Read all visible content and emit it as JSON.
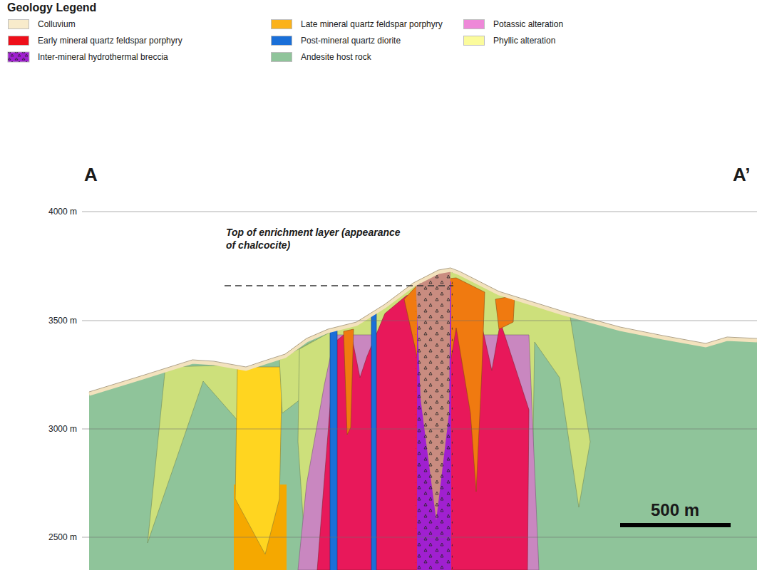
{
  "diagram": {
    "title": "Geology Legend",
    "labels": [
      "A",
      "A’",
      "4000 m",
      "3500 m",
      "3000 m",
      "2500 m",
      "Top of enrichment layer (appearance of chalcocite)",
      "500 m"
    ],
    "legend": [
      {
        "text": "Colluvium",
        "color": "#f8ebcb"
      },
      {
        "text": "Early mineral quartz feldspar porphyry",
        "color": "#ee0f1a"
      },
      {
        "text": "Inter-mineral hydrothermal breccia"
      },
      {
        "text": "Late mineral quartz feldspar porphyry",
        "color": "#fbb21b"
      },
      {
        "text": "Post-mineral quartz diorite",
        "color": "#1a6fd8"
      },
      {
        "text": "Andesite host rock",
        "color": "#8fc49a"
      },
      {
        "text": "Potassic alteration",
        "color": "#ee88d8"
      },
      {
        "text": "Phyllic alteration",
        "color": "#fbfb9c"
      }
    ]
  }
}
